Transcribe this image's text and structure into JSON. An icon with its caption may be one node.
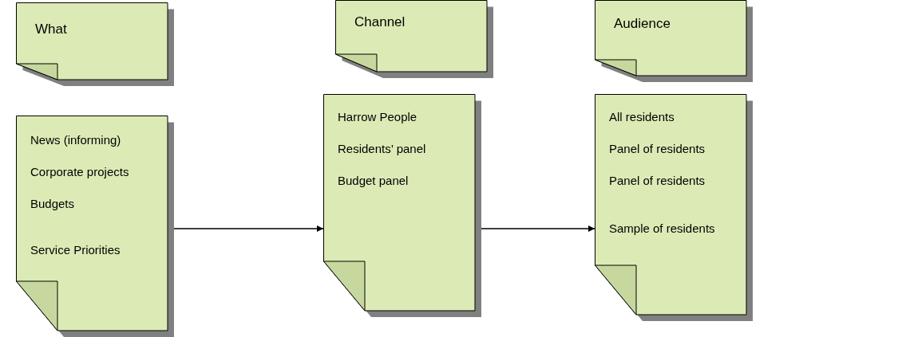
{
  "diagram": {
    "nodes": [
      {
        "text": [
          "What"
        ]
      },
      {
        "text": [
          "News (informing)",
          "Corporate projects",
          "Budgets",
          "Service Priorities"
        ]
      },
      {
        "text": [
          "Channel"
        ]
      },
      {
        "text": [
          "Harrow People",
          "Residents’ panel",
          "Budget panel"
        ]
      },
      {
        "text": [
          "Audience"
        ]
      },
      {
        "text": [
          "All residents",
          "Panel of residents",
          "Panel of residents",
          "Sample of residents"
        ]
      }
    ],
    "edges": [
      {
        "from": 1,
        "to": 3,
        "arrow": "to"
      },
      {
        "from": 3,
        "to": 5,
        "arrow": "to"
      }
    ]
  }
}
